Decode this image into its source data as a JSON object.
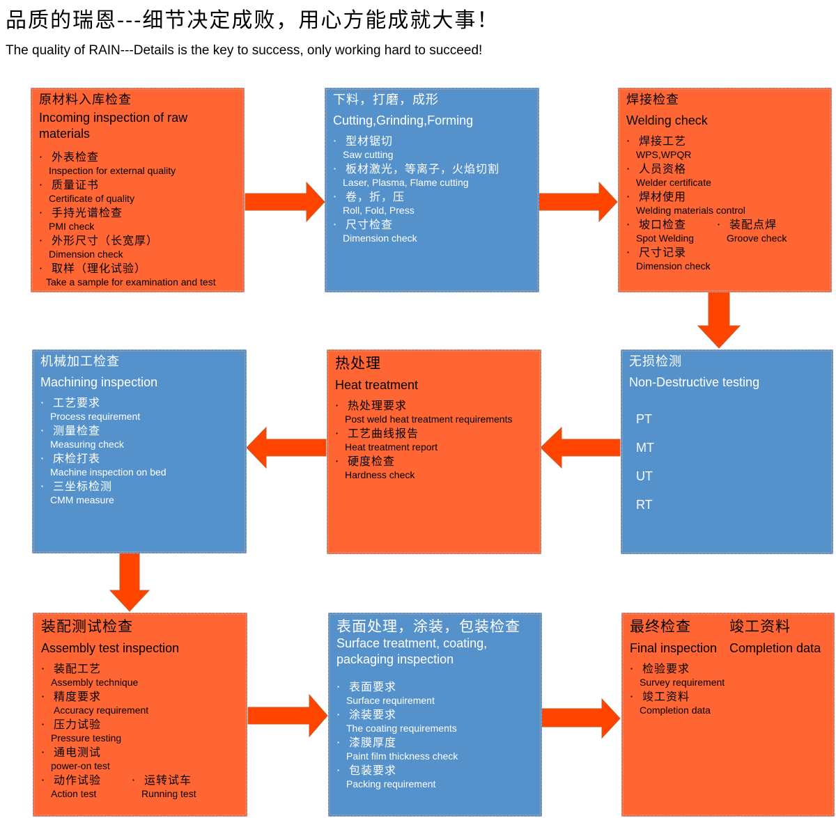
{
  "header": {
    "title_cn": "品质的瑞恩---细节决定成败，用心方能成就大事！",
    "title_en": "The quality of RAIN---Details is the key to success, only working hard to succeed!"
  },
  "colors": {
    "orange": "#ff6633",
    "blue": "#5592cc",
    "arrow": "#ff4400",
    "arrow_outline": "#c85a28"
  },
  "bullet_symbol": "·",
  "boxes": [
    {
      "id": "raw-materials",
      "color": "orange",
      "title_cn": "原材料入库检查",
      "title_en": "Incoming inspection of raw materials",
      "items": [
        {
          "cn": "外表检查",
          "en": "Inspection for external quality"
        },
        {
          "cn": "质量证书",
          "en": "Certificate of quality"
        },
        {
          "cn": "手持光谱检查",
          "en": "PMI check"
        },
        {
          "cn": "外形尺寸（长宽厚）",
          "en": "Dimension check"
        },
        {
          "cn": "取样（理化试验）",
          "en": "Take a sample for examination and test"
        }
      ]
    },
    {
      "id": "cutting",
      "color": "blue",
      "title_cn": "下料，打磨，成形",
      "title_en": "Cutting,Grinding,Forming",
      "items": [
        {
          "cn": "型材锯切",
          "en": "Saw cutting"
        },
        {
          "cn": "板材激光，等离子，火焰切割",
          "en": "Laser, Plasma, Flame cutting"
        },
        {
          "cn": "卷，折，压",
          "en": "Roll, Fold, Press"
        },
        {
          "cn": "尺寸检查",
          "en": "Dimension check"
        }
      ]
    },
    {
      "id": "welding",
      "color": "orange",
      "title_cn": "焊接检查",
      "title_en": "Welding check",
      "items": [
        {
          "cn": "焊接工艺",
          "en": "WPS,WPQR"
        },
        {
          "cn": "人员资格",
          "en": "Welder certificate"
        },
        {
          "cn": "焊材使用",
          "en": "Welding materials control"
        }
      ],
      "pair": [
        {
          "cn": "坡口检查",
          "en": "Spot Welding"
        },
        {
          "cn": "装配点焊",
          "en": "Groove check"
        }
      ],
      "items_after": [
        {
          "cn": "尺寸记录",
          "en": "Dimension check"
        }
      ]
    },
    {
      "id": "ndt",
      "color": "blue",
      "title_cn": "无损检测",
      "title_en": "Non-Destructive testing",
      "methods": [
        "PT",
        "MT",
        "UT",
        "RT"
      ]
    },
    {
      "id": "heat",
      "color": "orange",
      "title_cn": "热处理",
      "title_en": "Heat treatment",
      "items": [
        {
          "cn": "热处理要求",
          "en": "Post weld heat treatment requirements"
        },
        {
          "cn": "工艺曲线报告",
          "en": "Heat treatment report"
        },
        {
          "cn": "硬度检查",
          "en": "Hardness check"
        }
      ]
    },
    {
      "id": "machining",
      "color": "blue",
      "title_cn": "机械加工检查",
      "title_en": "Machining inspection",
      "items": [
        {
          "cn": "工艺要求",
          "en": "Process requirement"
        },
        {
          "cn": "测量检查",
          "en": "Measuring check"
        },
        {
          "cn": "床检打表",
          "en": "Machine inspection on bed"
        },
        {
          "cn": "三坐标检测",
          "en": "CMM measure"
        }
      ]
    },
    {
      "id": "assembly",
      "color": "orange",
      "title_cn": "装配测试检查",
      "title_en": "Assembly test inspection",
      "items": [
        {
          "cn": "装配工艺",
          "en": "Assembly technique"
        },
        {
          "cn": "精度要求",
          "en": "Accuracy requirement"
        },
        {
          "cn": "压力试验",
          "en": "Pressure testing"
        },
        {
          "cn": "通电测试",
          "en": "power-on test"
        }
      ],
      "pair": [
        {
          "cn": "动作试验",
          "en": "Action test"
        },
        {
          "cn": "运转试车",
          "en": "Running test"
        }
      ]
    },
    {
      "id": "surface",
      "color": "blue",
      "title_cn": "表面处理，涂装，包装检查",
      "title_en": "Surface treatment, coating, packaging inspection",
      "items": [
        {
          "cn": "表面要求",
          "en": "Surface requirement"
        },
        {
          "cn": "涂装要求",
          "en": "The coating requirements"
        },
        {
          "cn": "漆膜厚度",
          "en": "Paint film thickness check"
        },
        {
          "cn": "包装要求",
          "en": "Packing requirement"
        }
      ]
    },
    {
      "id": "final",
      "color": "orange",
      "title_cn": "最终检查",
      "title_cn_2": "竣工资料",
      "title_en": "Final inspection",
      "title_en_2": "Completion data",
      "items": [
        {
          "cn": "检验要求",
          "en": "Survey requirement"
        },
        {
          "cn": "竣工资料",
          "en": "Completion data"
        }
      ]
    }
  ],
  "flow": [
    {
      "from": "raw-materials",
      "to": "cutting",
      "direction": "right"
    },
    {
      "from": "cutting",
      "to": "welding",
      "direction": "right"
    },
    {
      "from": "welding",
      "to": "ndt",
      "direction": "down"
    },
    {
      "from": "ndt",
      "to": "heat",
      "direction": "left"
    },
    {
      "from": "heat",
      "to": "machining",
      "direction": "left"
    },
    {
      "from": "machining",
      "to": "assembly",
      "direction": "down"
    },
    {
      "from": "assembly",
      "to": "surface",
      "direction": "right"
    },
    {
      "from": "surface",
      "to": "final",
      "direction": "right"
    }
  ]
}
